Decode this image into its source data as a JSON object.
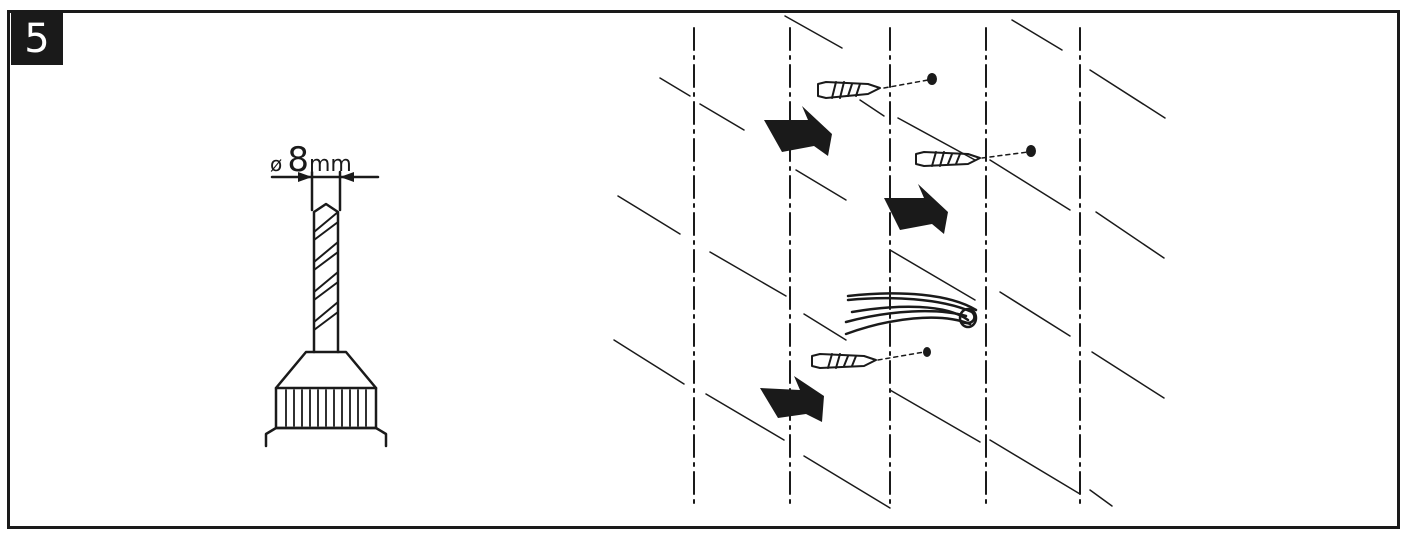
{
  "step": {
    "number": "5"
  },
  "drill_bit": {
    "diameter_symbol": "ø",
    "diameter_value": "8",
    "diameter_unit": "mm"
  },
  "icons": [
    "drill-bit-icon",
    "wall-plug-icon",
    "arrow-icon",
    "cable-icon",
    "drill-hole-icon"
  ],
  "colors": {
    "ink": "#1a1a1a",
    "background": "#ffffff"
  }
}
